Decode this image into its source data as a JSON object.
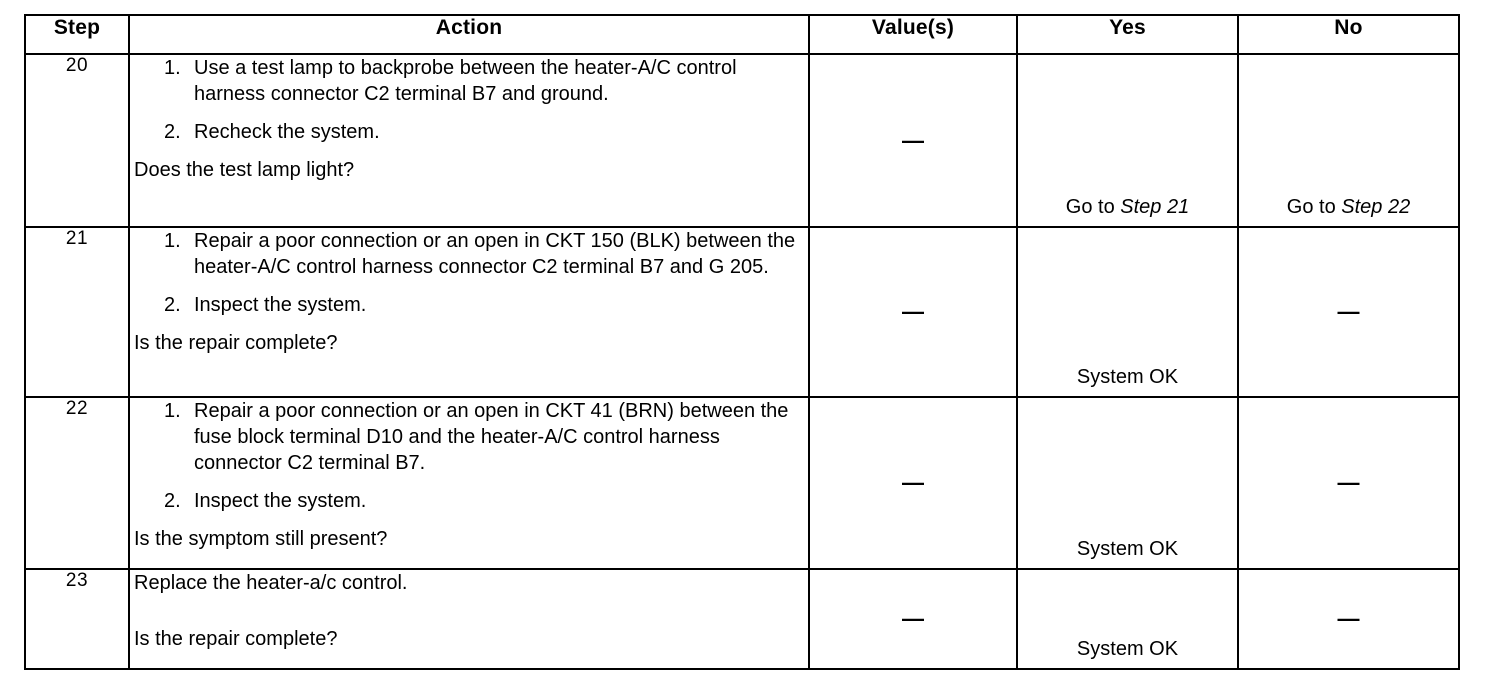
{
  "table": {
    "headers": {
      "step": "Step",
      "action": "Action",
      "value": "Value(s)",
      "yes": "Yes",
      "no": "No"
    },
    "dash": "—",
    "rows": [
      {
        "step": "20",
        "items": [
          {
            "num": "1.",
            "text": "Use a test lamp to backprobe between the heater-A/C control harness connector C2 terminal B7 and ground."
          },
          {
            "num": "2.",
            "text": "Recheck the system."
          }
        ],
        "question": "Does the test lamp light?",
        "value": "—",
        "yes_prefix": "Go to ",
        "yes_ref": "Step 21",
        "no_prefix": "Go to ",
        "no_ref": "Step 22"
      },
      {
        "step": "21",
        "items": [
          {
            "num": "1.",
            "text": "Repair a poor connection or an open in CKT 150 (BLK) between the heater-A/C control harness connector C2 terminal B7 and G 205."
          },
          {
            "num": "2.",
            "text": "Inspect the system."
          }
        ],
        "question": "Is the repair complete?",
        "value": "—",
        "yes_text": "System OK",
        "no_text": "—"
      },
      {
        "step": "22",
        "items": [
          {
            "num": "1.",
            "text": "Repair a poor connection or an open in CKT 41 (BRN) between the fuse block terminal D10 and the heater-A/C control harness connector C2 terminal B7."
          },
          {
            "num": "2.",
            "text": "Inspect the system."
          }
        ],
        "question": "Is the symptom still present?",
        "value": "—",
        "yes_text": "System OK",
        "no_text": "—"
      },
      {
        "step": "23",
        "lead": "Replace the heater-a/c control.",
        "question": "Is the repair complete?",
        "value": "—",
        "yes_text": "System OK",
        "no_text": "—"
      }
    ]
  }
}
